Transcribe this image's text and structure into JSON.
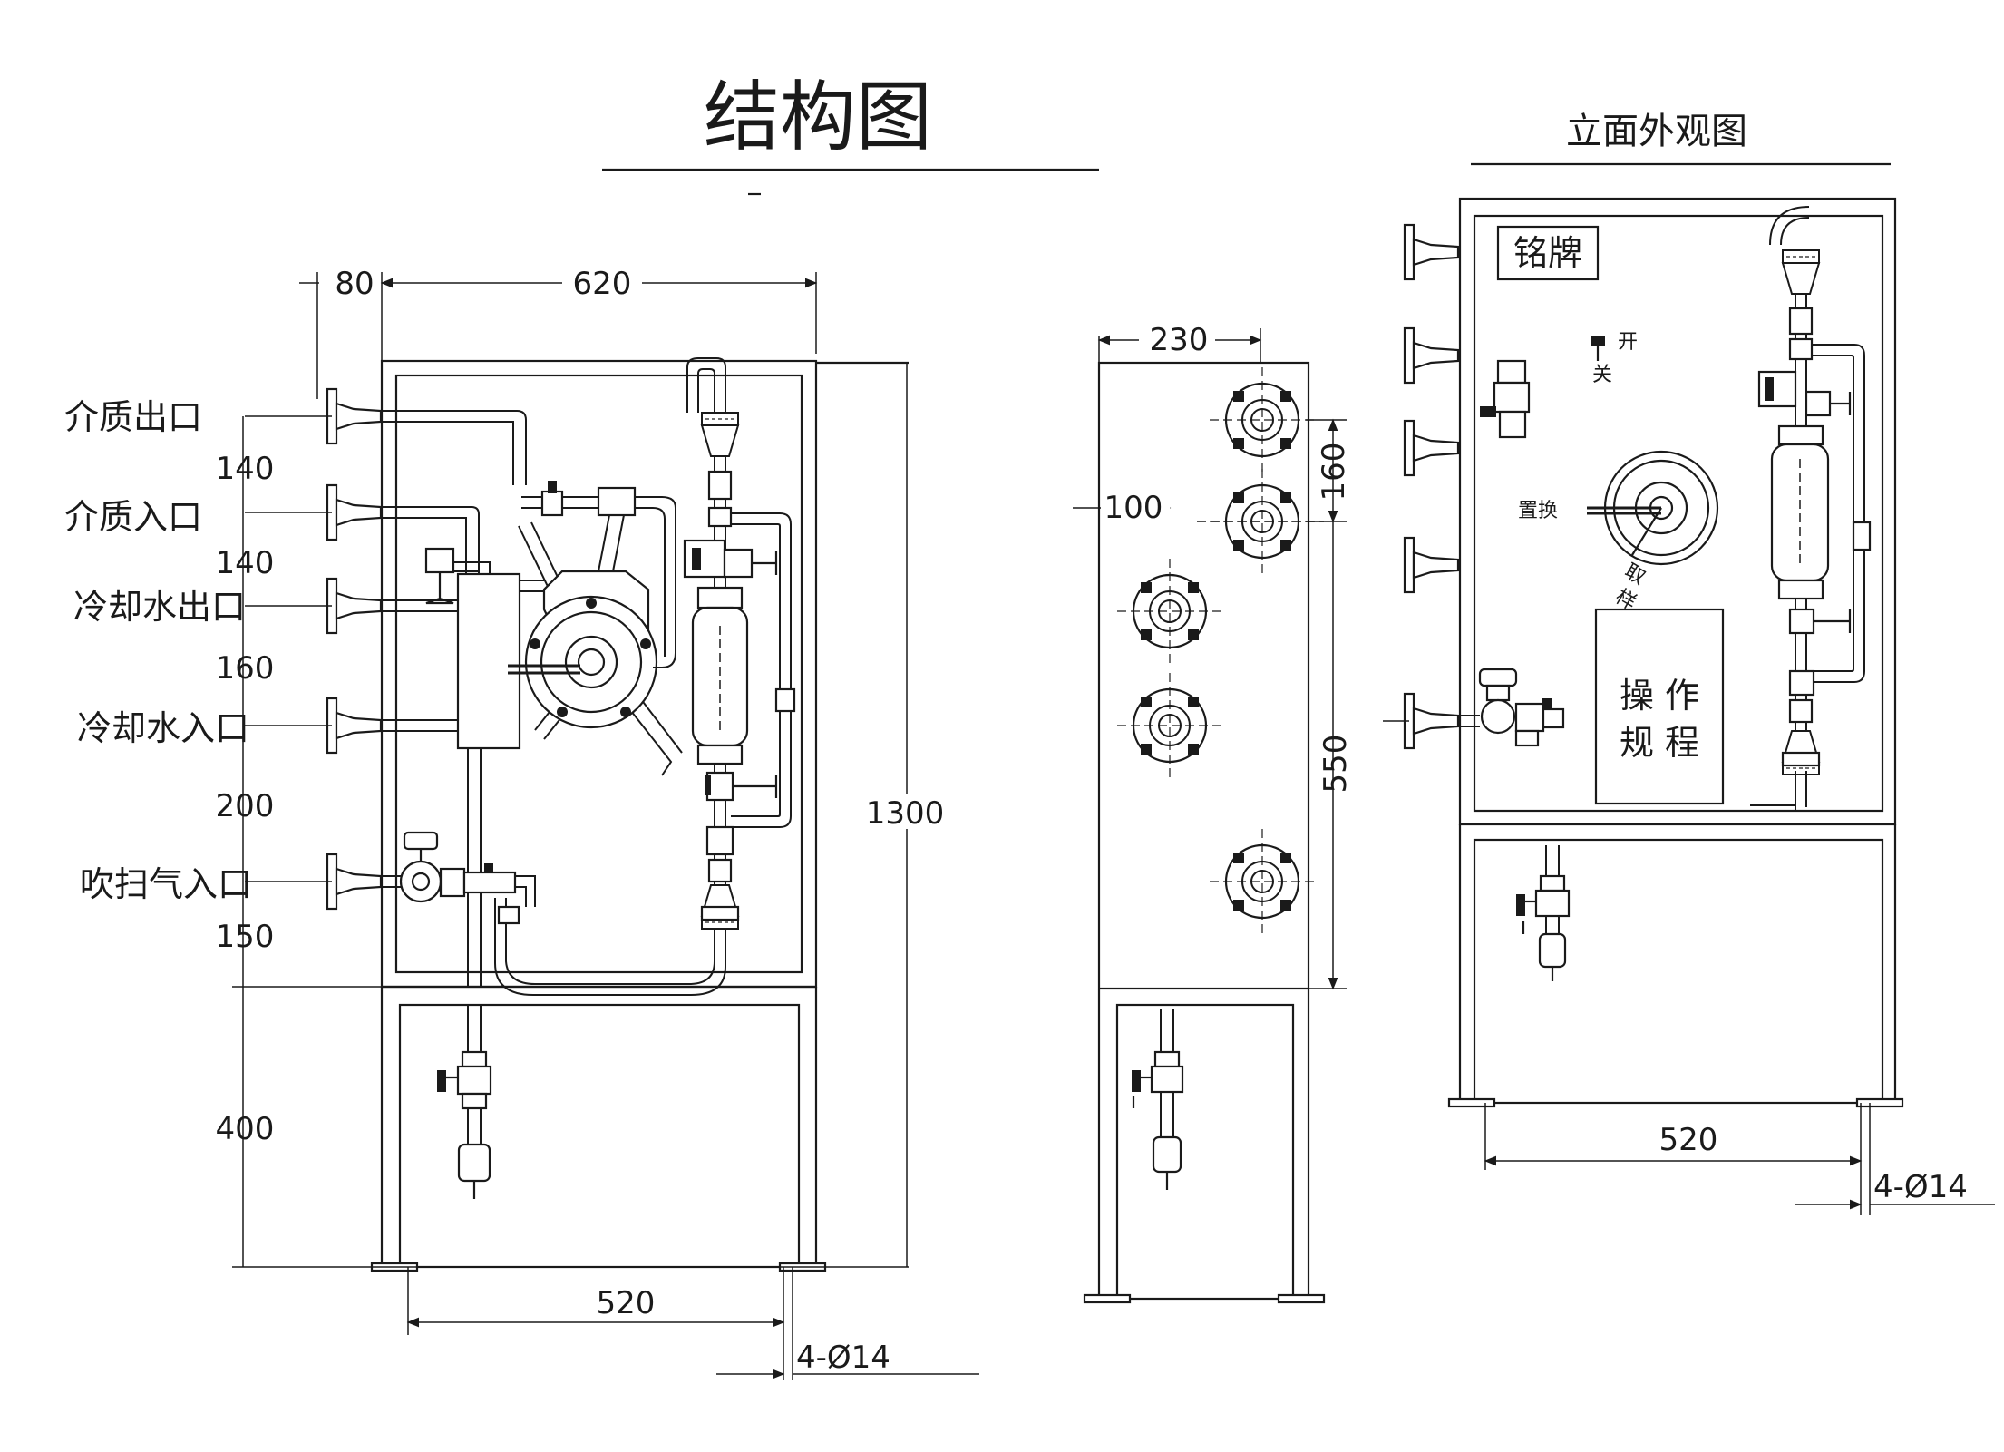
{
  "titles": {
    "structure": "结构图",
    "elevation": "立面外观图"
  },
  "ports": [
    "介质出口",
    "介质入口",
    "冷却水出口",
    "冷却水入口",
    "吹扫气入口"
  ],
  "front_view": {
    "dim_top_left": "80",
    "dim_top_width": "620",
    "spacings": [
      "140",
      "140",
      "160",
      "200",
      "150"
    ],
    "base_height": "400",
    "total_height": "1300",
    "bottom_width": "520",
    "hole_spec": "4-Ø14"
  },
  "side_view": {
    "depth": "230",
    "offset": "100",
    "upper_spacing": "160",
    "lower_spacing": "550"
  },
  "elevation_view": {
    "nameplate": "铭牌",
    "switch_top": "开",
    "switch_bottom": "关",
    "replace": "置换",
    "sample_top": "取",
    "sample_bottom": "样",
    "procedure_line1": "操 作",
    "procedure_line2": "规 程",
    "bottom_width": "520",
    "hole_spec": "4-Ø14"
  }
}
